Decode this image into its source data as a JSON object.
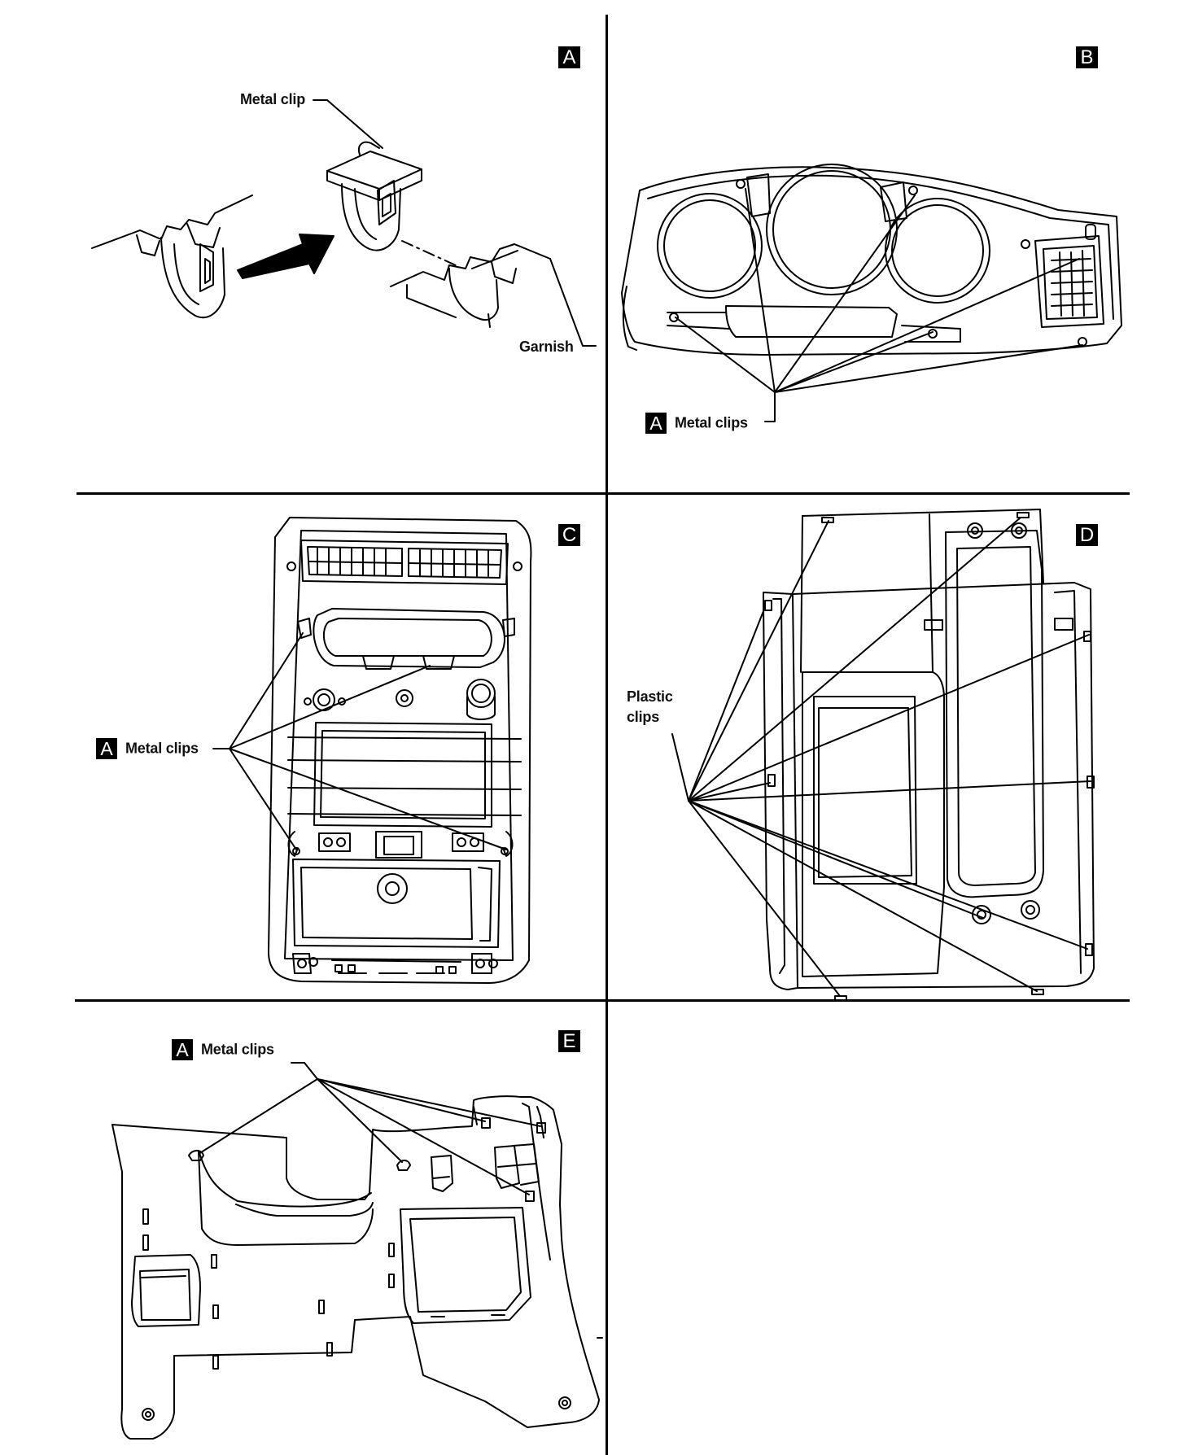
{
  "panels": {
    "a": {
      "letter": "A",
      "metal_clip_label": "Metal clip",
      "garnish_label": "Garnish"
    },
    "b": {
      "letter": "B",
      "callout_badge": "A",
      "callout_label": "Metal clips"
    },
    "c": {
      "letter": "C",
      "callout_badge": "A",
      "callout_label": "Metal clips"
    },
    "d": {
      "letter": "D",
      "callout_label_line1": "Plastic",
      "callout_label_line2": "clips"
    },
    "e": {
      "letter": "E",
      "callout_badge": "A",
      "callout_label": "Metal clips"
    }
  },
  "colors": {
    "ink": "#000000",
    "background": "#ffffff"
  },
  "icons": {
    "panel_a": [
      "metal-clip-icon",
      "insert-arrow-icon",
      "garnish-rail-icon"
    ],
    "panel_b": "instrument-cluster-finisher-icon",
    "panel_c": "center-console-finisher-icon",
    "panel_d": "console-side-panel-icon",
    "panel_e": "lower-dash-panel-icon"
  }
}
